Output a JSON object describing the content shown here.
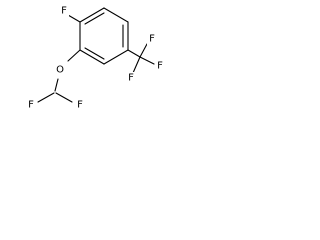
{
  "molecule": {
    "atoms": {
      "f_top": "F",
      "o_ether": "O",
      "f_chf2_left": "F",
      "f_chf2_right": "F",
      "f_cf3_top": "F",
      "f_cf3_right": "F",
      "f_cf3_bottom": "F"
    }
  },
  "colors": {
    "bond": "#000000",
    "label": "#000000",
    "background": "#ffffff"
  }
}
